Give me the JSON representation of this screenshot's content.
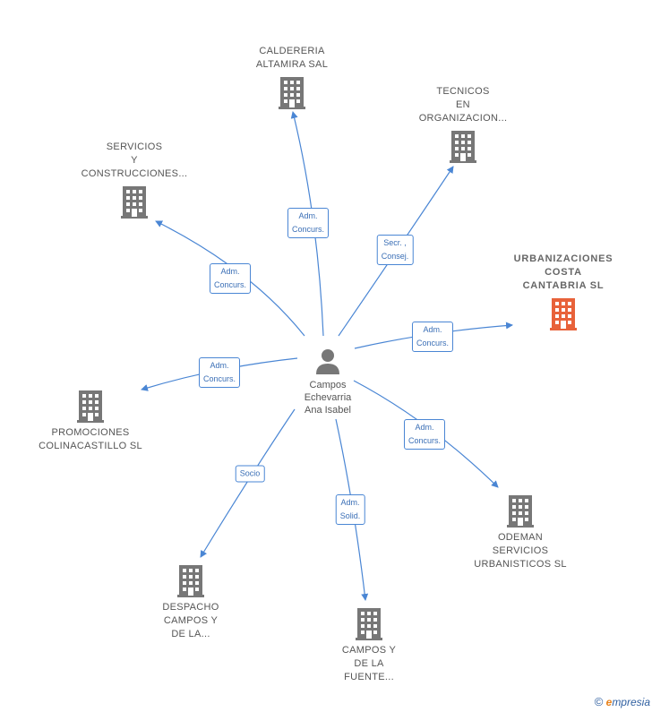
{
  "center": {
    "name": "Campos\nEchevarria\nAna Isabel",
    "icon": "person-icon"
  },
  "companies": [
    {
      "id": "caldereria",
      "name": "CALDERERIA\nALTAMIRA SAL",
      "highlight": false
    },
    {
      "id": "tecnicos",
      "name": "TECNICOS\nEN\nORGANIZACION...",
      "highlight": false
    },
    {
      "id": "servicios",
      "name": "SERVICIOS\nY\nCONSTRUCCIONES...",
      "highlight": false
    },
    {
      "id": "urbanizaciones",
      "name": "URBANIZACIONES\nCOSTA\nCANTABRIA SL",
      "highlight": true
    },
    {
      "id": "promociones",
      "name": "PROMOCIONES\nCOLINACASTILLO SL",
      "highlight": false
    },
    {
      "id": "odeman",
      "name": "ODEMAN\nSERVICIOS\nURBANISTICOS SL",
      "highlight": false
    },
    {
      "id": "despacho",
      "name": "DESPACHO\nCAMPOS Y\nDE LA...",
      "highlight": false
    },
    {
      "id": "campos",
      "name": "CAMPOS Y\nDE LA\nFUENTE...",
      "highlight": false
    }
  ],
  "relations": [
    {
      "to": "caldereria",
      "label": "Adm.\nConcurs."
    },
    {
      "to": "tecnicos",
      "label": "Secr. ,\nConsej."
    },
    {
      "to": "servicios",
      "label": "Adm.\nConcurs."
    },
    {
      "to": "urbanizaciones",
      "label": "Adm.\nConcurs."
    },
    {
      "to": "promociones",
      "label": "Adm.\nConcurs."
    },
    {
      "to": "odeman",
      "label": "Adm.\nConcurs."
    },
    {
      "to": "despacho",
      "label": "Socio"
    },
    {
      "to": "campos",
      "label": "Adm.\nSolid."
    }
  ],
  "colors": {
    "edge": "#4a86d4",
    "building": "#777777",
    "highlight": "#e8623a",
    "text": "#555555"
  },
  "footer": {
    "copyright": "©",
    "brand_e": "e",
    "brand_rest": "mpresia"
  }
}
